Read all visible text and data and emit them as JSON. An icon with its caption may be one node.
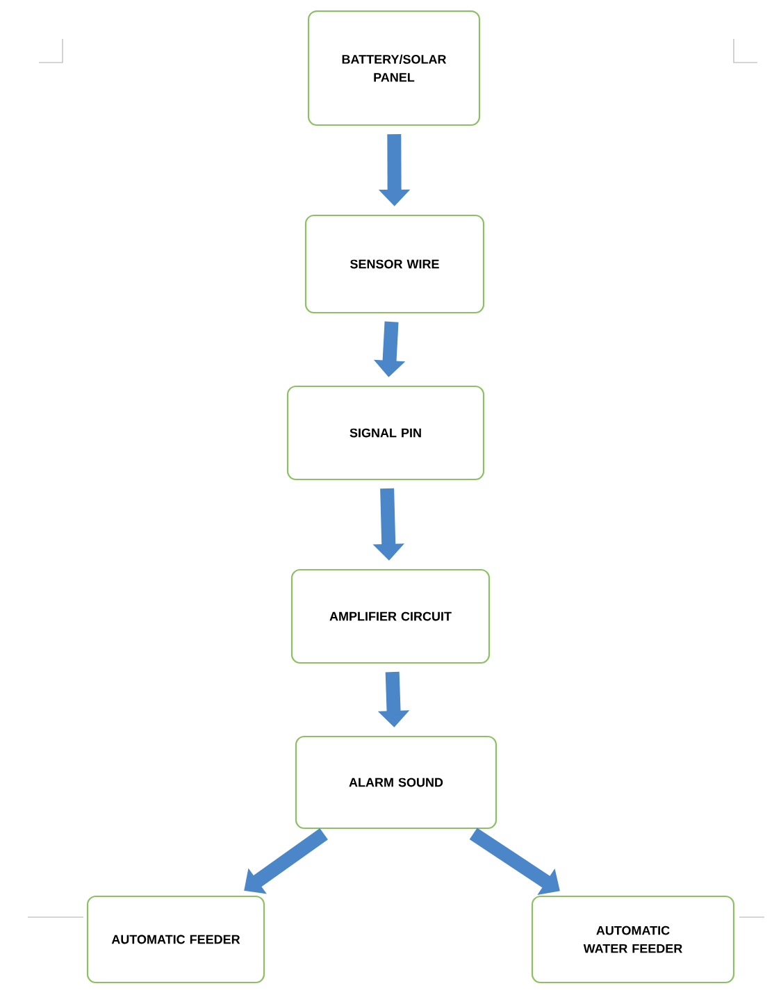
{
  "diagram": {
    "nodes": [
      {
        "text": [
          "BATTERY/SOLAR PANEL"
        ]
      },
      {
        "text": [
          "SENSOR WIRE"
        ]
      },
      {
        "text": [
          "SIGNAL PIN"
        ]
      },
      {
        "text": [
          "AMPLIFIER CIRCUIT"
        ]
      },
      {
        "text": [
          "ALARM SOUND"
        ]
      },
      {
        "text": [
          "AUTOMATIC FEEDER"
        ]
      },
      {
        "text": [
          "AUTOMATIC WATER FEEDER"
        ]
      }
    ],
    "edges": [
      {
        "from": 0,
        "to": 1,
        "arrow": "to"
      },
      {
        "from": 1,
        "to": 2,
        "arrow": "to"
      },
      {
        "from": 2,
        "to": 3,
        "arrow": "to"
      },
      {
        "from": 3,
        "to": 4,
        "arrow": "to"
      },
      {
        "from": 4,
        "to": 5,
        "arrow": "to"
      },
      {
        "from": 4,
        "to": 6,
        "arrow": "to"
      }
    ]
  }
}
